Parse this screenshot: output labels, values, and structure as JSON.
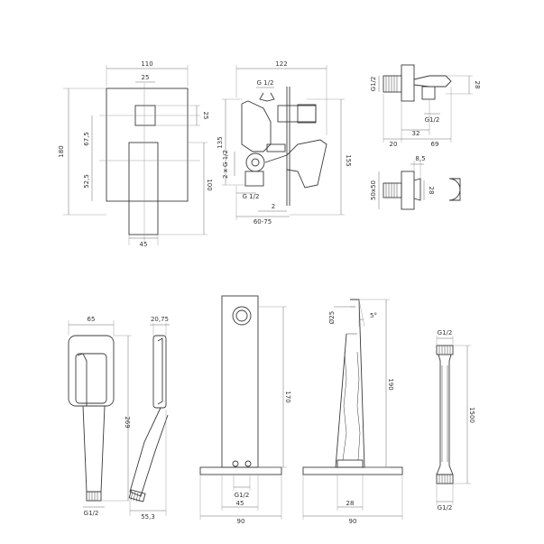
{
  "colors": {
    "line": "#3a3a3a",
    "dimension": "#6a6a6a",
    "background": "#ffffff"
  },
  "mixer_front": {
    "width": "110",
    "handle_width": "25",
    "height": "180",
    "upper": "67,5",
    "lower": "52,5",
    "plate": "100",
    "handle_height": "25",
    "outlet_width": "45"
  },
  "mixer_side": {
    "depth": "122",
    "thread_top": "G 1/2",
    "height": "135",
    "thread_side": "2 x G 1/2",
    "thread_bottom": "G 1/2",
    "step": "2",
    "range": "60-75",
    "total_height": "155"
  },
  "wall_outlet": {
    "thread": "G1/2",
    "thread_small": "G1/2",
    "height": "28",
    "offset": "20",
    "width": "32",
    "length": "69"
  },
  "holder": {
    "offset": "8,5",
    "size": "50x50",
    "height": "28"
  },
  "hand_shower": {
    "width": "65",
    "length": "269",
    "thread": "G1/2",
    "depth": "20,75",
    "depth_bottom": "55,3"
  },
  "rail_front": {
    "height": "170",
    "thread": "G1/2",
    "width": "45",
    "base": "90"
  },
  "rail_side": {
    "diameter": "Ø25",
    "angle": "5°",
    "height": "190",
    "inner": "28",
    "base": "90"
  },
  "hose": {
    "thread_top": "G1/2",
    "length": "1500",
    "thread_bottom": "G1/2"
  }
}
